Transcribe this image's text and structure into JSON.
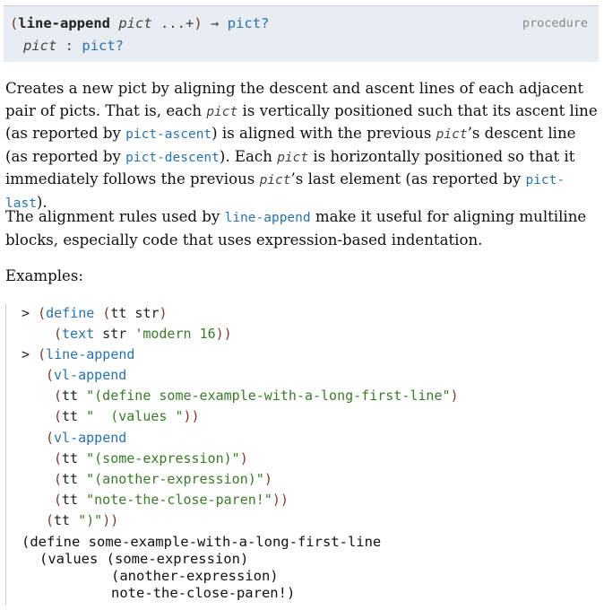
{
  "signature": {
    "open_paren": "(",
    "function_name": "line-append",
    "argument": "pict",
    "ellipsis": "...+",
    "close_paren": ")",
    "arrow": "→",
    "return_type": "pict?",
    "kind": "procedure",
    "param_name": "pict",
    "param_sep": ":",
    "param_contract": "pict?"
  },
  "paragraph1": {
    "t1": "Creates a new pict by aligning the descent and ascent lines of each adjacent pair of picts. That is, each ",
    "pict1": "pict",
    "t2": " is vertically positioned such that its ascent line (as reported by ",
    "link1": "pict-ascent",
    "t3": ") is aligned with the previous ",
    "pict2": "pict",
    "t4": "’s descent line (as reported by ",
    "link2": "pict-descent",
    "t5": "). Each ",
    "pict3": "pict",
    "t6": " is horizontally positioned so that it immediately follows the previous ",
    "pict4": "pict",
    "t7": "’s last element (as reported by ",
    "link3": "pict-last",
    "t8": ")."
  },
  "paragraph2": {
    "t1": "The alignment rules used by ",
    "link": "line-append",
    "t2": " make it useful for aligning multiline blocks, especially code that uses expression-based indentation."
  },
  "examples_label": "Examples:",
  "code": {
    "l1_prompt": "> ",
    "l1_open": "(",
    "l1_kw": "define",
    "l1_sp": " ",
    "l1_open2": "(",
    "l1_ids": "tt str",
    "l1_close": ")",
    "l2_open": "(",
    "l2_kw": "text",
    "l2_ids": " str ",
    "l2_sym": "'modern",
    "l2_sp": " ",
    "l2_num": "16",
    "l2_close": "))",
    "l3_prompt": "> ",
    "l3_open": "(",
    "l3_kw": "line-append",
    "l4_open": "(",
    "l4_kw": "vl-append",
    "l5_open": "(",
    "l5_id": "tt ",
    "l5_str": "\"(define some-example-with-a-long-first-line\"",
    "l5_close": ")",
    "l6_open": "(",
    "l6_id": "tt ",
    "l6_str": "\"  (values \"",
    "l6_close": "))",
    "l7_open": "(",
    "l7_kw": "vl-append",
    "l8_open": "(",
    "l8_id": "tt ",
    "l8_str": "\"(some-expression)\"",
    "l8_close": ")",
    "l9_open": "(",
    "l9_id": "tt ",
    "l9_str": "\"(another-expression)\"",
    "l9_close": ")",
    "l10_open": "(",
    "l10_id": "tt ",
    "l10_str": "\"note-the-close-paren!\"",
    "l10_close": "))",
    "l11_open": "(",
    "l11_id": "tt ",
    "l11_str": "\")\"",
    "l11_close": "))"
  },
  "output": {
    "o1": "(define some-example-with-a-long-first-line",
    "o2": "(values (some-expression)",
    "o3": "(another-expression)",
    "o4": "note-the-close-paren!)"
  }
}
